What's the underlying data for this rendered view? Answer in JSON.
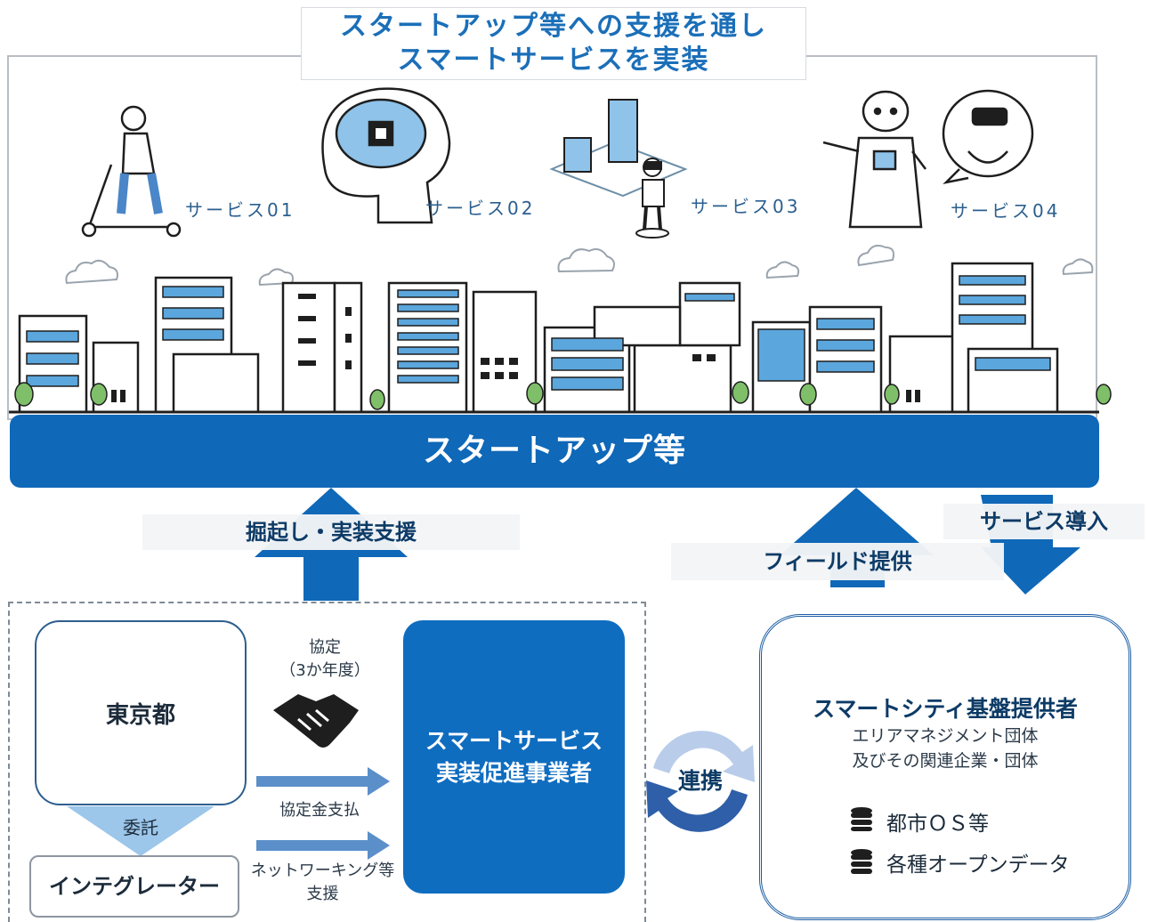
{
  "title": {
    "line1": "スタートアップ等への支援を通し",
    "line2": "スマートサービスを実装"
  },
  "services": [
    {
      "label": "サービス01",
      "icon": "kick-scooter-rider-icon"
    },
    {
      "label": "サービス02",
      "icon": "ai-brain-chip-icon"
    },
    {
      "label": "サービス03",
      "icon": "vr-smart-city-icon"
    },
    {
      "label": "サービス04",
      "icon": "robot-vr-user-icon"
    }
  ],
  "band_label": "スタートアップ等",
  "arrows": {
    "excavation": "掘起し・実装支援",
    "field": "フィールド提供",
    "service_intro": "サービス導入"
  },
  "tokyo": {
    "label": "東京都"
  },
  "entrust": "委託",
  "integrator": "インテグレーター",
  "agreement": {
    "line1": "協定",
    "line2": "（3か年度）"
  },
  "payment": "協定金支払",
  "networking": {
    "line1": "ネットワーキング等",
    "line2": "支援"
  },
  "smart_service": {
    "line1": "スマートサービス",
    "line2": "実装促進事業者"
  },
  "collab": "連携",
  "infra": {
    "title": "スマートシティ基盤提供者",
    "sub1": "エリアマネジメント団体",
    "sub2": "及びその関連企業・団体",
    "items": [
      {
        "label": "都市ＯＳ等",
        "icon": "database-icon"
      },
      {
        "label": "各種オープンデータ",
        "icon": "database-icon"
      }
    ]
  },
  "colors": {
    "primary": "#0f68b8",
    "navy": "#0d3b66",
    "arrow_light": "#5b8fca"
  }
}
